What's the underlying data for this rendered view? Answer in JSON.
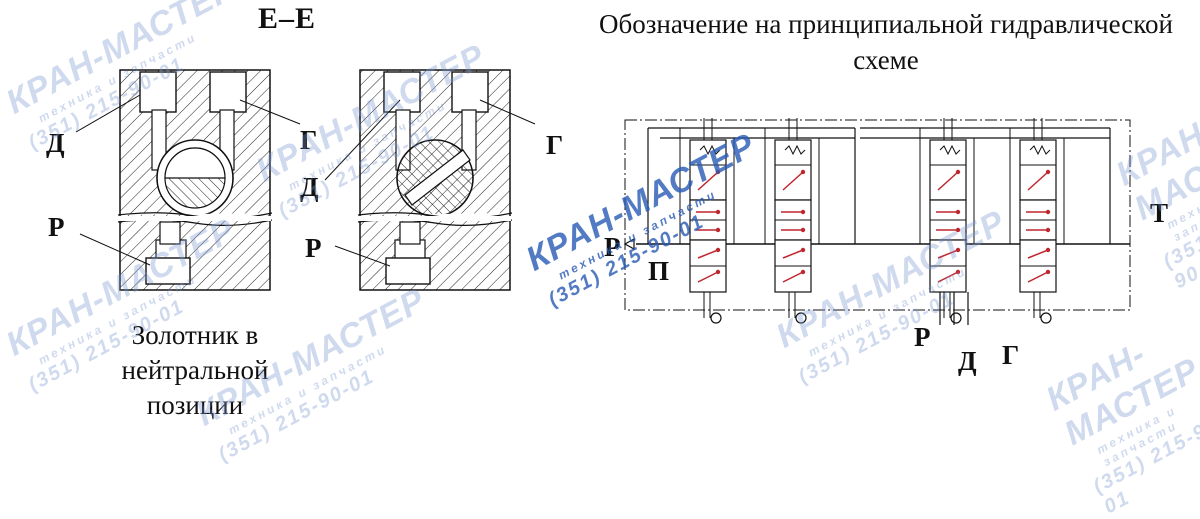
{
  "section_label": "Е–Е",
  "schematic_title": "Обозначение на принципиальной гидравлической схеме",
  "caption": "Золотник в нейтральной позиции",
  "left_views": {
    "view1": {
      "port_d": "Д",
      "port_g": "Г",
      "port_p": "Р"
    },
    "view2": {
      "port_d": "Д",
      "port_g": "Г",
      "port_p": "Р"
    }
  },
  "schematic": {
    "port_p_left": "Р",
    "port_pi": "П",
    "port_t": "Т",
    "port_p_bottom": "Р",
    "port_d_bottom": "Д",
    "port_g_bottom": "Г"
  },
  "watermark": {
    "brand": "КРАН-МАСТЕР",
    "tagline": "техника и запчасти",
    "phone": "(351) 215-90-01"
  },
  "colors": {
    "line": "#111111",
    "arrow": "#c0262d",
    "watermark": "#6f95cd"
  }
}
